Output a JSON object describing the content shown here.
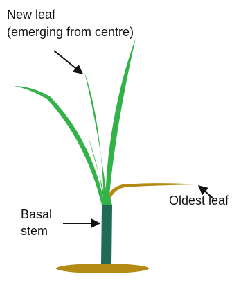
{
  "labels": {
    "new_leaf_line1": "New leaf",
    "new_leaf_line2": "(emerging from centre)",
    "oldest_leaf": "Oldest leaf",
    "basal_line1": "Basal",
    "basal_line2": "stem"
  },
  "colors": {
    "leaf_green": "#33b24a",
    "old_leaf_brown": "#b38b14",
    "stem": "#1f6b55",
    "soil": "#b38b14",
    "arrow": "#111111",
    "text": "#111111"
  }
}
